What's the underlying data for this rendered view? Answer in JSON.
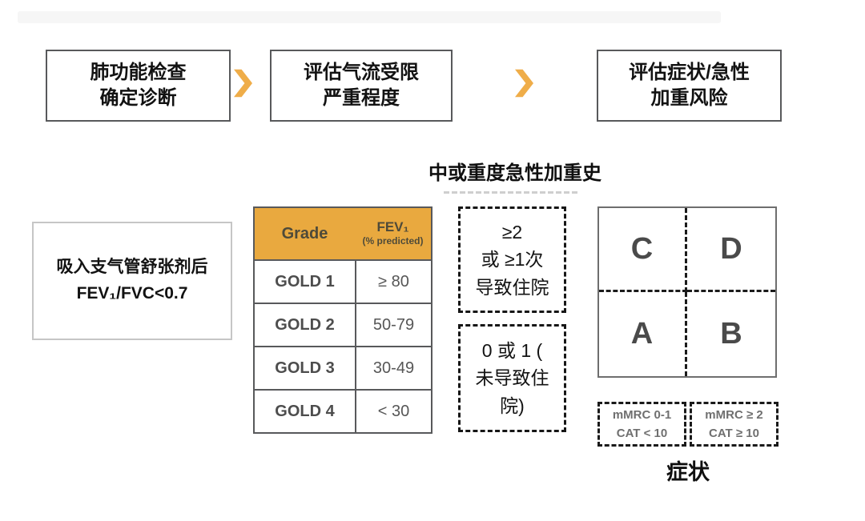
{
  "colors": {
    "accent": "#EFAD49",
    "table_header_bg": "#E9A93F",
    "box_border_dark": "#58595B",
    "light_border": "#C6C6C6",
    "dark_text": "#4D4D4D",
    "muted_text": "#6F6F6F"
  },
  "flow": {
    "steps": [
      {
        "label": "肺功能检查\n确定诊断"
      },
      {
        "label": "评估气流受限\n严重程度"
      },
      {
        "label": "评估症状/急性\n加重风险"
      }
    ]
  },
  "diagnosis_box": {
    "label": "吸入支气管舒张剂后\nFEV₁/FVC<0.7"
  },
  "gold_table": {
    "col1_header": "Grade",
    "col2_header_main": "FEV₁",
    "col2_header_sub": "(% predicted)",
    "rows": [
      {
        "grade": "GOLD 1",
        "fev1": "≥ 80"
      },
      {
        "grade": "GOLD 2",
        "fev1": "50-79"
      },
      {
        "grade": "GOLD 3",
        "fev1": "30-49"
      },
      {
        "grade": "GOLD 4",
        "fev1": "< 30"
      }
    ]
  },
  "exacerbation": {
    "title": "中或重度急性加重史",
    "high_risk_label": "≥2\n或 ≥1次\n导致住院",
    "low_risk_label": "0 或 1 (\n未导致住\n院)"
  },
  "quadrant": {
    "top_left": "C",
    "top_right": "D",
    "bottom_left": "A",
    "bottom_right": "B"
  },
  "symptom_assessment": {
    "left_box": "mMRC 0-1\nCAT < 10",
    "right_box": "mMRC ≥ 2\nCAT ≥ 10",
    "axis_label": "症状"
  }
}
